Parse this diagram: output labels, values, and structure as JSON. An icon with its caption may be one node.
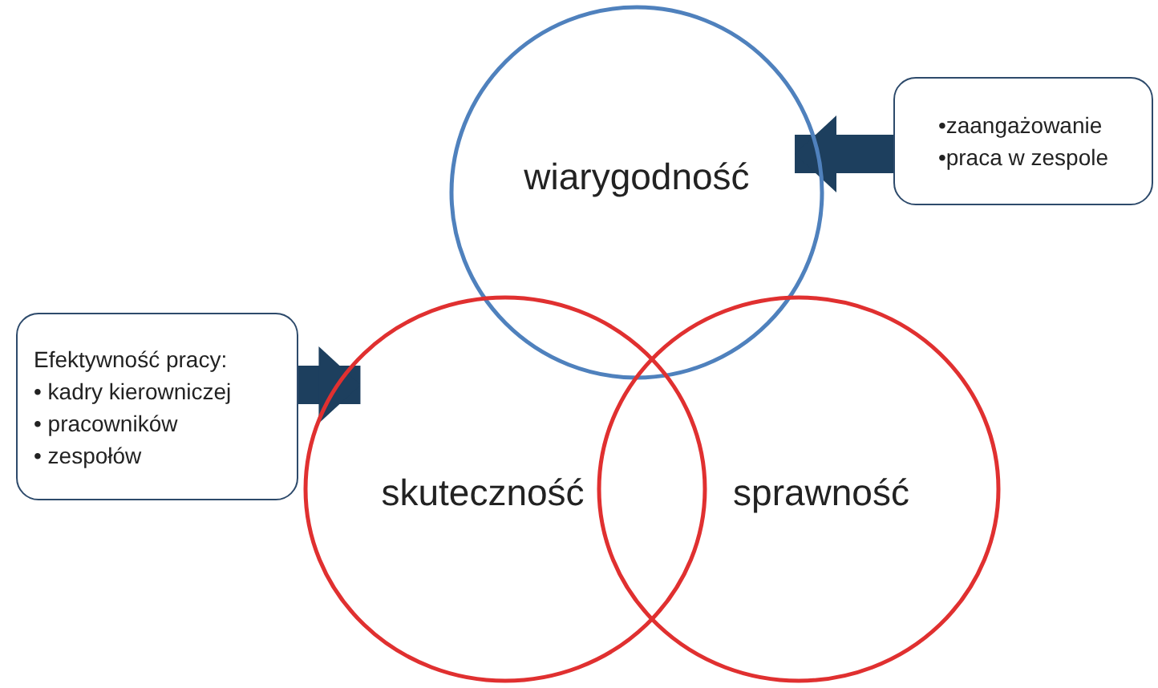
{
  "diagram": {
    "nodes": [
      {
        "text": [
          "wiarygodność"
        ]
      },
      {
        "text": [
          "skuteczność"
        ]
      },
      {
        "text": [
          "sprawność"
        ]
      },
      {
        "text": [
          "•zaangażowanie",
          "•praca w zespole"
        ]
      },
      {
        "text": [
          "Efektywność pracy:",
          "• kadry kierowniczej",
          "• pracowników",
          "• zespołów"
        ]
      }
    ],
    "edges": [
      {
        "from": 3,
        "to": 0,
        "arrow": "to"
      },
      {
        "from": 4,
        "to": 1,
        "arrow": "to"
      }
    ]
  }
}
